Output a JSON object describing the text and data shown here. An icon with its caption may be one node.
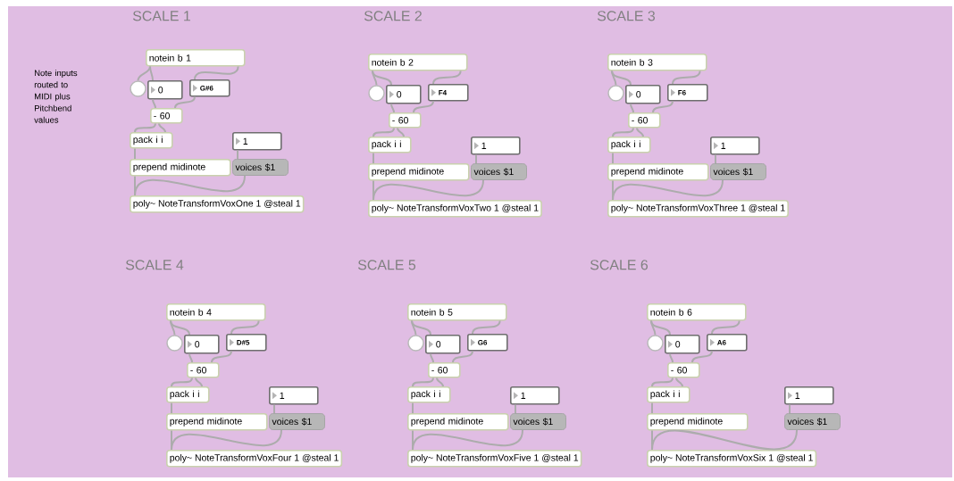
{
  "diagram": {
    "nodes": [
      {
        "text": [
          "notein b 1"
        ]
      },
      {
        "text": [],
        "shape": "circle"
      },
      {
        "text": [
          "0"
        ]
      },
      {
        "text": [
          "G#6"
        ]
      },
      {
        "text": [
          "- 60"
        ]
      },
      {
        "text": [
          "pack i i"
        ]
      },
      {
        "text": [
          "1"
        ]
      },
      {
        "text": [
          "prepend midinote"
        ]
      },
      {
        "text": [
          "voices $1"
        ]
      },
      {
        "text": [
          "poly~ NoteTransformVoxOne 1 @steal 1"
        ]
      },
      {
        "text": [
          "notein b 2"
        ]
      },
      {
        "text": [],
        "shape": "circle"
      },
      {
        "text": [
          "0"
        ]
      },
      {
        "text": [
          "F4"
        ]
      },
      {
        "text": [
          "- 60"
        ]
      },
      {
        "text": [
          "pack i i"
        ]
      },
      {
        "text": [
          "1"
        ]
      },
      {
        "text": [
          "prepend midinote"
        ]
      },
      {
        "text": [
          "voices $1"
        ]
      },
      {
        "text": [
          "poly~ NoteTransformVoxTwo 1 @steal 1"
        ]
      },
      {
        "text": [
          "notein b 3"
        ]
      },
      {
        "text": [],
        "shape": "circle"
      },
      {
        "text": [
          "0"
        ]
      },
      {
        "text": [
          "F6"
        ]
      },
      {
        "text": [
          "- 60"
        ]
      },
      {
        "text": [
          "pack i i"
        ]
      },
      {
        "text": [
          "1"
        ]
      },
      {
        "text": [
          "prepend midinote"
        ]
      },
      {
        "text": [
          "voices $1"
        ]
      },
      {
        "text": [
          "poly~ NoteTransformVoxThree 1 @steal 1"
        ]
      },
      {
        "text": [
          "notein b 4"
        ]
      },
      {
        "text": [],
        "shape": "circle"
      },
      {
        "text": [
          "0"
        ]
      },
      {
        "text": [
          "D#5"
        ]
      },
      {
        "text": [
          "- 60"
        ]
      },
      {
        "text": [
          "pack i i"
        ]
      },
      {
        "text": [
          "1"
        ]
      },
      {
        "text": [
          "prepend midinote"
        ]
      },
      {
        "text": [
          "voices $1"
        ]
      },
      {
        "text": [
          "poly~ NoteTransformVoxFour 1 @steal 1"
        ]
      },
      {
        "text": [
          "notein b 5"
        ]
      },
      {
        "text": [],
        "shape": "circle"
      },
      {
        "text": [
          "0"
        ]
      },
      {
        "text": [
          "G6"
        ]
      },
      {
        "text": [
          "- 60"
        ]
      },
      {
        "text": [
          "pack i i"
        ]
      },
      {
        "text": [
          "1"
        ]
      },
      {
        "text": [
          "prepend midinote"
        ]
      },
      {
        "text": [
          "voices $1"
        ]
      },
      {
        "text": [
          "poly~ NoteTransformVoxFive 1 @steal 1"
        ]
      },
      {
        "text": [
          "notein b 6"
        ]
      },
      {
        "text": [],
        "shape": "circle"
      },
      {
        "text": [
          "0"
        ]
      },
      {
        "text": [
          "A6"
        ]
      },
      {
        "text": [
          "- 60"
        ]
      },
      {
        "text": [
          "pack i i"
        ]
      },
      {
        "text": [
          "1"
        ]
      },
      {
        "text": [
          "prepend midinote"
        ]
      },
      {
        "text": [
          "voices $1"
        ]
      },
      {
        "text": [
          "poly~ NoteTransformVoxSix 1 @steal 1"
        ]
      }
    ],
    "edges": [
      {
        "from": 0,
        "to": 1,
        "arrow": "none"
      },
      {
        "from": 0,
        "to": 2,
        "arrow": "none"
      },
      {
        "from": 0,
        "to": 3,
        "arrow": "none"
      },
      {
        "from": 2,
        "to": 4,
        "arrow": "none"
      },
      {
        "from": 3,
        "to": 4,
        "arrow": "none"
      },
      {
        "from": 4,
        "to": 5,
        "arrow": "none"
      },
      {
        "from": 4,
        "to": 5,
        "arrow": "none"
      },
      {
        "from": 5,
        "to": 7,
        "arrow": "none"
      },
      {
        "from": 7,
        "to": 9,
        "arrow": "none"
      },
      {
        "from": 6,
        "to": 8,
        "arrow": "none"
      },
      {
        "from": 8,
        "to": 9,
        "arrow": "none"
      },
      {
        "from": 10,
        "to": 11,
        "arrow": "none"
      },
      {
        "from": 10,
        "to": 12,
        "arrow": "none"
      },
      {
        "from": 10,
        "to": 13,
        "arrow": "none"
      },
      {
        "from": 12,
        "to": 14,
        "arrow": "none"
      },
      {
        "from": 13,
        "to": 14,
        "arrow": "none"
      },
      {
        "from": 14,
        "to": 15,
        "arrow": "none"
      },
      {
        "from": 14,
        "to": 15,
        "arrow": "none"
      },
      {
        "from": 15,
        "to": 17,
        "arrow": "none"
      },
      {
        "from": 17,
        "to": 19,
        "arrow": "none"
      },
      {
        "from": 16,
        "to": 18,
        "arrow": "none"
      },
      {
        "from": 18,
        "to": 19,
        "arrow": "none"
      },
      {
        "from": 20,
        "to": 21,
        "arrow": "none"
      },
      {
        "from": 20,
        "to": 22,
        "arrow": "none"
      },
      {
        "from": 20,
        "to": 23,
        "arrow": "none"
      },
      {
        "from": 22,
        "to": 24,
        "arrow": "none"
      },
      {
        "from": 23,
        "to": 24,
        "arrow": "none"
      },
      {
        "from": 24,
        "to": 25,
        "arrow": "none"
      },
      {
        "from": 24,
        "to": 25,
        "arrow": "none"
      },
      {
        "from": 25,
        "to": 27,
        "arrow": "none"
      },
      {
        "from": 27,
        "to": 29,
        "arrow": "none"
      },
      {
        "from": 26,
        "to": 28,
        "arrow": "none"
      },
      {
        "from": 28,
        "to": 29,
        "arrow": "none"
      },
      {
        "from": 30,
        "to": 31,
        "arrow": "none"
      },
      {
        "from": 30,
        "to": 32,
        "arrow": "none"
      },
      {
        "from": 30,
        "to": 33,
        "arrow": "none"
      },
      {
        "from": 32,
        "to": 34,
        "arrow": "none"
      },
      {
        "from": 33,
        "to": 34,
        "arrow": "none"
      },
      {
        "from": 34,
        "to": 35,
        "arrow": "none"
      },
      {
        "from": 34,
        "to": 35,
        "arrow": "none"
      },
      {
        "from": 35,
        "to": 37,
        "arrow": "none"
      },
      {
        "from": 37,
        "to": 39,
        "arrow": "none"
      },
      {
        "from": 36,
        "to": 38,
        "arrow": "none"
      },
      {
        "from": 38,
        "to": 39,
        "arrow": "none"
      },
      {
        "from": 40,
        "to": 41,
        "arrow": "none"
      },
      {
        "from": 40,
        "to": 42,
        "arrow": "none"
      },
      {
        "from": 40,
        "to": 43,
        "arrow": "none"
      },
      {
        "from": 42,
        "to": 44,
        "arrow": "none"
      },
      {
        "from": 43,
        "to": 44,
        "arrow": "none"
      },
      {
        "from": 44,
        "to": 45,
        "arrow": "none"
      },
      {
        "from": 44,
        "to": 45,
        "arrow": "none"
      },
      {
        "from": 45,
        "to": 47,
        "arrow": "none"
      },
      {
        "from": 47,
        "to": 49,
        "arrow": "none"
      },
      {
        "from": 46,
        "to": 48,
        "arrow": "none"
      },
      {
        "from": 48,
        "to": 49,
        "arrow": "none"
      },
      {
        "from": 50,
        "to": 51,
        "arrow": "none"
      },
      {
        "from": 50,
        "to": 52,
        "arrow": "none"
      },
      {
        "from": 50,
        "to": 53,
        "arrow": "none"
      },
      {
        "from": 52,
        "to": 54,
        "arrow": "none"
      },
      {
        "from": 53,
        "to": 54,
        "arrow": "none"
      },
      {
        "from": 54,
        "to": 55,
        "arrow": "none"
      },
      {
        "from": 54,
        "to": 55,
        "arrow": "none"
      },
      {
        "from": 55,
        "to": 57,
        "arrow": "none"
      },
      {
        "from": 57,
        "to": 59,
        "arrow": "none"
      },
      {
        "from": 56,
        "to": 58,
        "arrow": "none"
      },
      {
        "from": 58,
        "to": 59,
        "arrow": "none"
      }
    ],
    "labels": [
      "SCALE 1",
      "SCALE 2",
      "SCALE 3",
      "Note inputs routed to MIDI plus Pitchbend values",
      "SCALE 4",
      "SCALE 5",
      "SCALE 6"
    ]
  }
}
